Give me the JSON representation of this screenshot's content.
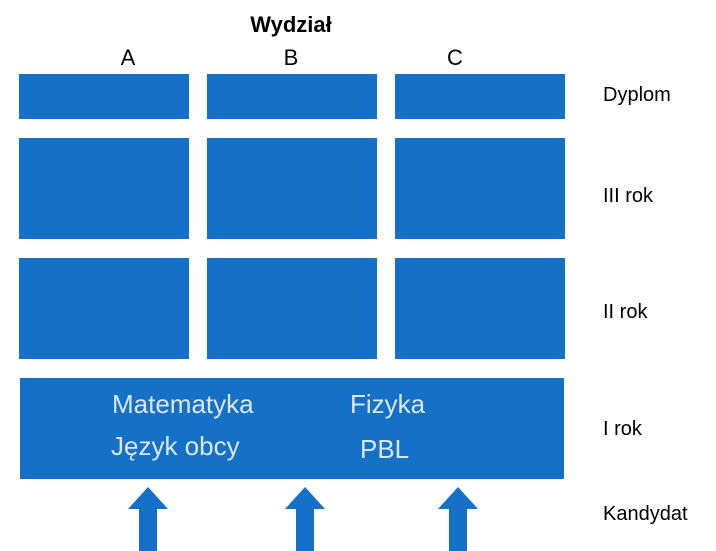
{
  "title": "Wydział",
  "columns": [
    "A",
    "B",
    "C"
  ],
  "rows": {
    "dyplom": "Dyplom",
    "rok3": "III rok",
    "rok2": "II rok",
    "rok1": "I rok",
    "kandydat": "Kandydat"
  },
  "first_year_subjects": [
    "Matematyka",
    "Fizyka",
    "Język obcy",
    "PBL"
  ],
  "colors": {
    "block": "#1570c8",
    "subject_text": "#dbe6f2"
  }
}
